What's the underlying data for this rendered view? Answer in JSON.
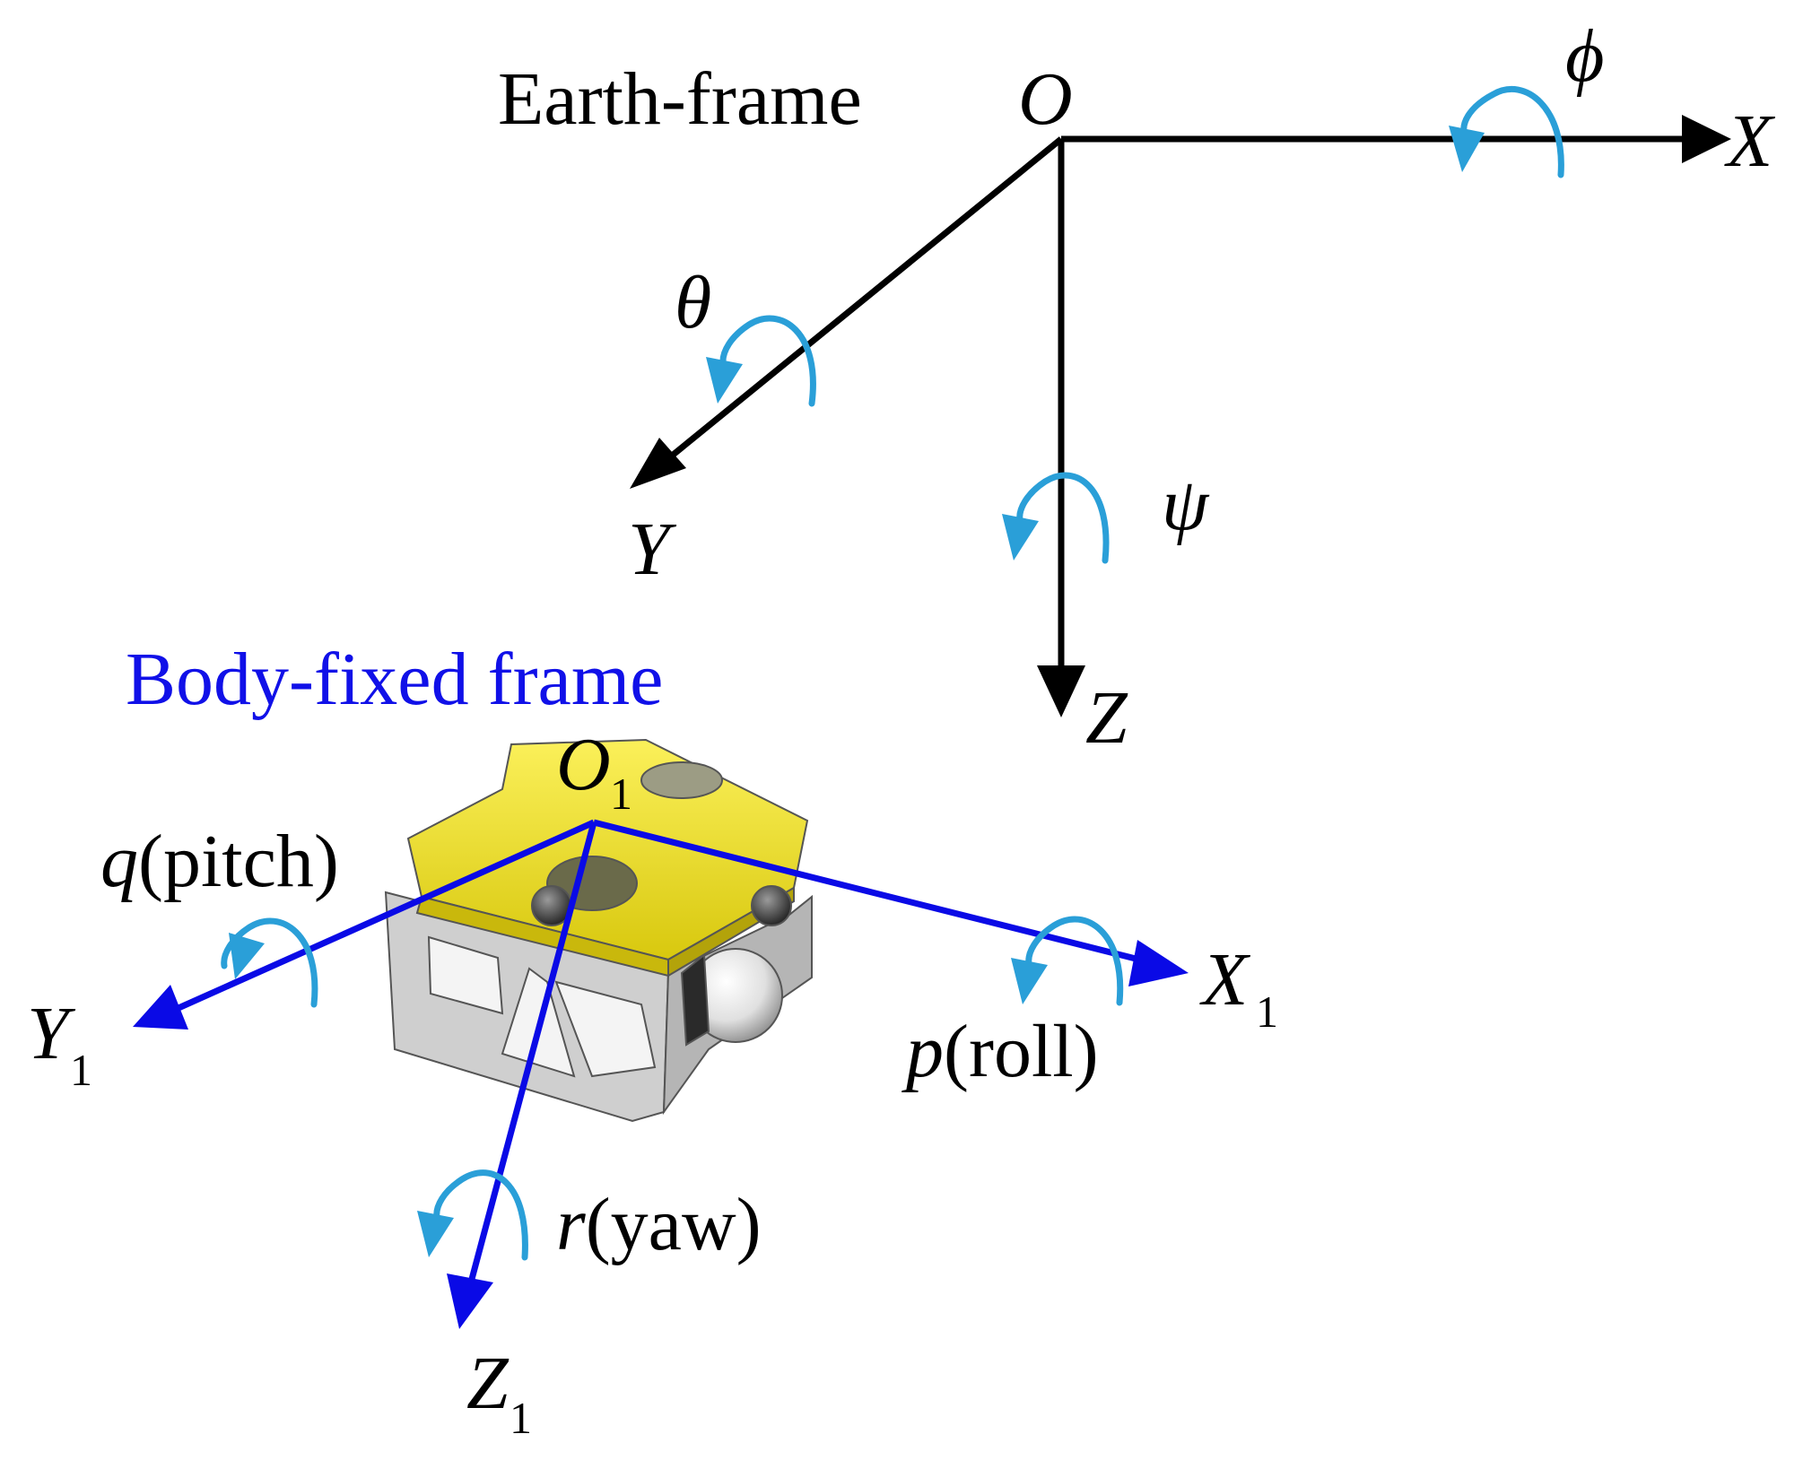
{
  "earth_frame": {
    "title": "Earth-frame",
    "origin": "O",
    "x_axis": "X",
    "y_axis": "Y",
    "z_axis": "Z",
    "rot_x": "ϕ",
    "rot_y": "θ",
    "rot_z": "ψ",
    "axis_color": "#000000"
  },
  "body_frame": {
    "title": "Body-fixed frame",
    "origin": "O",
    "origin_sub": "1",
    "x_axis": "X",
    "x_sub": "1",
    "y_axis": "Y",
    "y_sub": "1",
    "z_axis": "Z",
    "z_sub": "1",
    "roll_var": "p",
    "roll_label": "(roll)",
    "pitch_var": "q",
    "pitch_label": "(pitch)",
    "yaw_var": "r",
    "yaw_label": "(yaw)",
    "axis_color": "#0a0ae6",
    "title_color": "#1010e8"
  },
  "rotation_arrow_color": "#2a9fd8",
  "vehicle": {
    "body_color": "#f2e21a",
    "frame_color": "#c8c8c8"
  }
}
